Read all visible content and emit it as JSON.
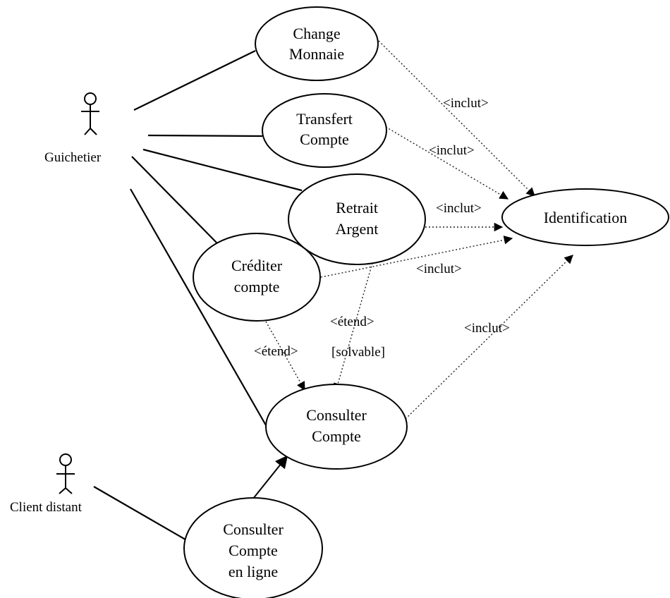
{
  "actors": {
    "guichetier": "Guichetier",
    "client_distant": "Client distant"
  },
  "use_cases": {
    "change_monnaie": [
      "Change",
      "Monnaie"
    ],
    "transfert_compte": [
      "Transfert",
      "Compte"
    ],
    "retrait_argent": [
      "Retrait",
      "Argent"
    ],
    "crediter_compte": [
      "Créditer",
      "compte"
    ],
    "identification": [
      "Identification"
    ],
    "consulter_compte": [
      "Consulter",
      "Compte"
    ],
    "consulter_compte_en_ligne": [
      "Consulter",
      "Compte",
      "en ligne"
    ]
  },
  "relations": {
    "inclut_change": "<inclut>",
    "inclut_transfert": "<inclut>",
    "inclut_retrait": "<inclut>",
    "inclut_crediter": "<inclut>",
    "inclut_consulter": "<inclut>",
    "etend_crediter": "<étend>",
    "etend_retrait": "<étend>",
    "guard_solvable": "[solvable]"
  }
}
